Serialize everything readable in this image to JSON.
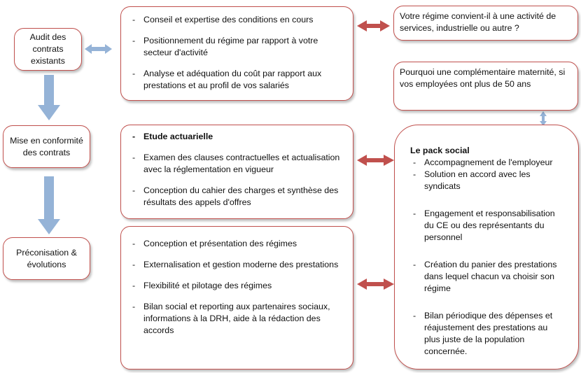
{
  "stages": [
    {
      "label": "Audit des contrats existants"
    },
    {
      "label": "Mise en conformité des contrats"
    },
    {
      "label": "Préconisation & évolutions"
    }
  ],
  "audit_box": {
    "items": [
      "Conseil et expertise des conditions en cours",
      "Positionnement du régime par rapport à votre secteur d'activité",
      "Analyse et adéquation du coût par rapport aux prestations et au profil de vos salariés"
    ]
  },
  "conformite_box": {
    "title": "Etude actuarielle",
    "items": [
      "Examen des clauses contractuelles et actualisation avec la réglementation en vigueur",
      "Conception du cahier des charges et synthèse des résultats des appels d'offres"
    ]
  },
  "preconisation_box": {
    "items": [
      "Conception et présentation des régimes",
      "Externalisation et gestion moderne des prestations",
      "Flexibilité et pilotage des régimes",
      "Bilan social et reporting aux partenaires sociaux, informations à la DRH, aide à la rédaction des accords"
    ]
  },
  "question_regime": "Votre régime convient-il à une activité de services, industrielle ou autre ?",
  "question_maternite": "Pourquoi une complémentaire maternité, si vos employées ont plus de 50 ans",
  "pack_social": {
    "title": "Le pack social",
    "items": [
      "Accompagnement de l'employeur",
      "Solution en accord avec les syndicats",
      "Engagement et responsabilisation du CE ou des représentants du personnel",
      "Création du panier des prestations dans lequel chacun va choisir son régime",
      "Bilan périodique des dépenses et réajustement des prestations au plus juste de la population concernée."
    ]
  },
  "colors": {
    "border": "#c0504d",
    "red_arrow": "#c0504d",
    "blue_arrow": "#95b3d7"
  }
}
